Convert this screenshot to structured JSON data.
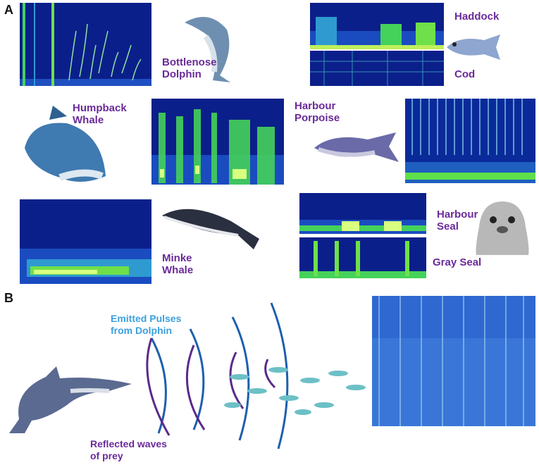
{
  "panels": {
    "a": "A",
    "b": "B"
  },
  "labels": {
    "bottlenose": [
      "Bottlenose",
      "Dolphin"
    ],
    "haddock": "Haddock",
    "cod": "Cod",
    "humpback": [
      "Humpback",
      "Whale"
    ],
    "harbour_porpoise": [
      "Harbour",
      "Porpoise"
    ],
    "minke": [
      "Minke",
      "Whale"
    ],
    "harbour_seal": [
      "Harbour",
      "Seal"
    ],
    "gray_seal": "Gray Seal",
    "emitted": [
      "Emitted Pulses",
      "from Dolphin"
    ],
    "reflected": [
      "Reflected waves",
      "of prey"
    ]
  },
  "colors": {
    "label_purple": "#6a2a9a",
    "label_blue": "#3aa0e0",
    "spec_dark": "#0b1f8a",
    "spec_bright": "#7fff3a",
    "pulse_blue": "#1d5fae",
    "reflect_purple": "#5a2a8a",
    "fish_teal": "#6cc0c6"
  }
}
